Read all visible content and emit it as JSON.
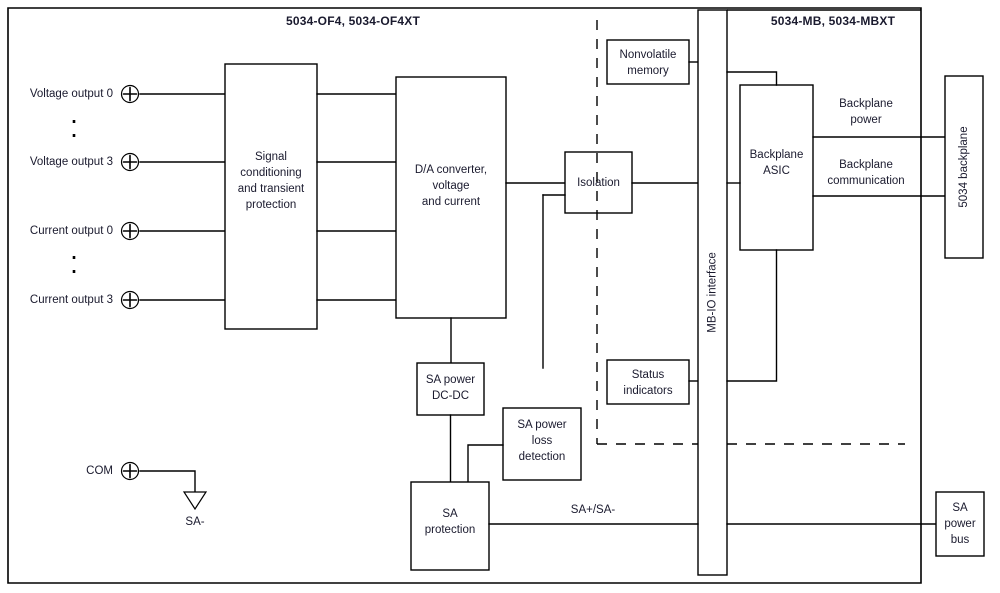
{
  "titles": {
    "left_module": "5034-OF4, 5034-OF4XT",
    "right_module": "5034-MB, 5034-MBXT"
  },
  "terminals": [
    {
      "label": "Voltage output 0",
      "icon": "screw-terminal-icon"
    },
    {
      "label": "Voltage output 3",
      "icon": "screw-terminal-icon"
    },
    {
      "label": "Current output 0",
      "icon": "screw-terminal-icon"
    },
    {
      "label": "Current output 3",
      "icon": "screw-terminal-icon"
    },
    {
      "label": "COM",
      "icon": "screw-terminal-icon"
    }
  ],
  "blocks": {
    "signal_conditioning": "Signal\nconditioning\nand transient\nprotection",
    "signal_conditioning_lines": [
      "Signal",
      "conditioning",
      "and transient",
      "protection"
    ],
    "da_converter_lines": [
      "D/A converter,",
      "voltage",
      "and current"
    ],
    "isolation": "Isolation",
    "nonvolatile_memory_lines": [
      "Nonvolatile",
      "memory"
    ],
    "status_indicators_lines": [
      "Status",
      "indicators"
    ],
    "mb_io_interface": "MB-IO interface",
    "backplane_asic_lines": [
      "Backplane",
      "ASIC"
    ],
    "backplane_5034": "5034 backplane",
    "sa_power_dcdc_lines": [
      "SA power",
      "DC-DC"
    ],
    "sa_power_loss_lines": [
      "SA power",
      "loss",
      "detection"
    ],
    "sa_protection_lines": [
      "SA",
      "protection"
    ],
    "sa_power_bus_lines": [
      "SA",
      "power",
      "bus"
    ]
  },
  "wire_labels": {
    "backplane_power_lines": [
      "Backplane",
      "power"
    ],
    "backplane_communication_lines": [
      "Backplane",
      "communication"
    ],
    "sa_plus_minus": "SA+/SA-",
    "sa_minus_ground": "SA-"
  },
  "colors": {
    "line": "#000000",
    "text": "#1a1a2e",
    "background": "#ffffff"
  }
}
